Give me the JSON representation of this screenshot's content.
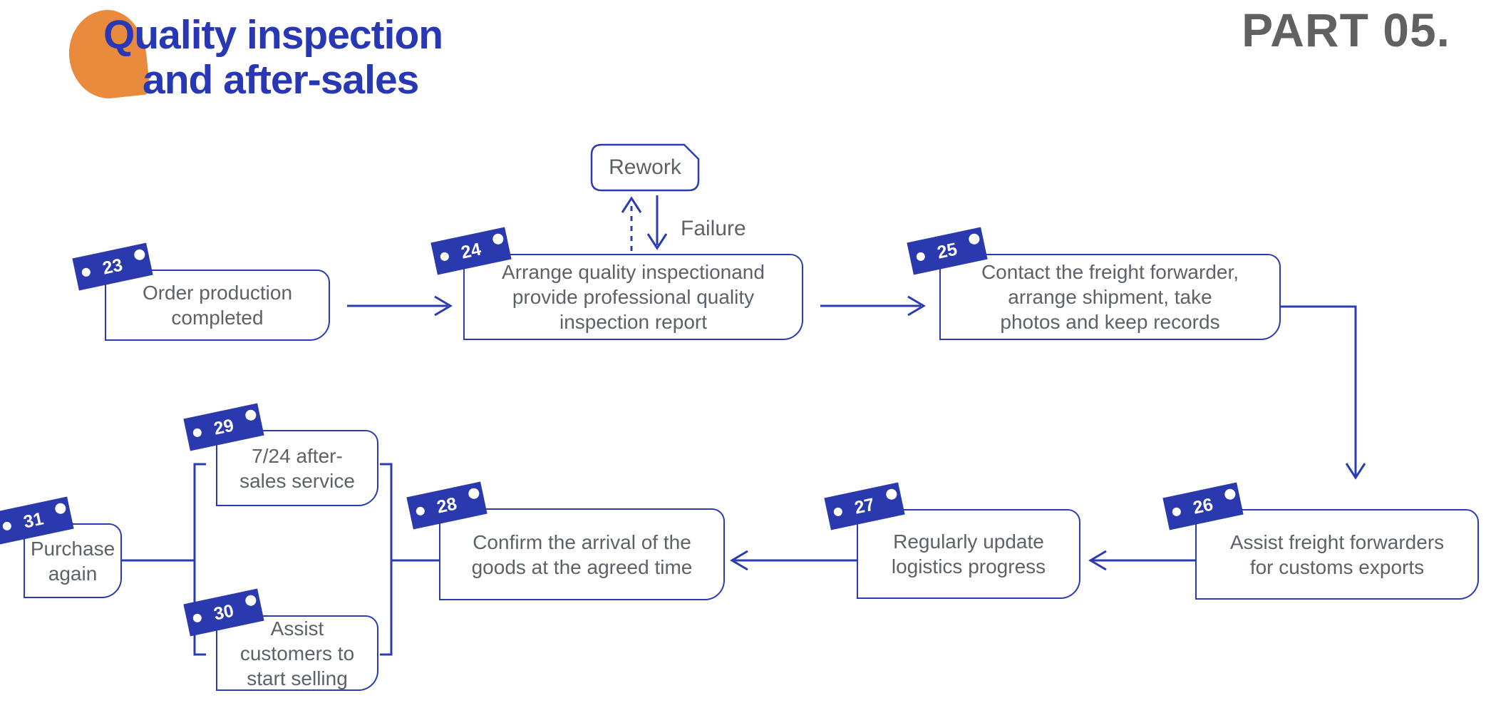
{
  "page": {
    "title_line1": "Quality inspection",
    "title_line2": "and after-sales",
    "part_label": "PART 05."
  },
  "flow": {
    "rework_label": "Rework",
    "failure_label": "Failure",
    "steps": [
      {
        "number": "23",
        "text": "Order production\ncompleted"
      },
      {
        "number": "24",
        "text": "Arrange quality inspectionand\nprovide professional quality\ninspection report"
      },
      {
        "number": "25",
        "text": "Contact the freight forwarder,\narrange shipment, take\nphotos and keep records"
      },
      {
        "number": "26",
        "text": "Assist freight forwarders\nfor customs exports"
      },
      {
        "number": "27",
        "text": "Regularly update\nlogistics progress"
      },
      {
        "number": "28",
        "text": "Confirm the arrival of the\ngoods at the agreed time"
      },
      {
        "number": "29",
        "text": "7/24 after-\nsales service"
      },
      {
        "number": "30",
        "text": "Assist\ncustomers to\nstart selling"
      },
      {
        "number": "31",
        "text": "Purchase\nagain"
      }
    ]
  },
  "colors": {
    "accent_blue": "#2B3CB2",
    "badge_blue": "#2A3AAE",
    "title_blue": "#2837B4",
    "body_gray": "#5D6269",
    "part_gray": "#616163",
    "orange": "#E98A3C"
  }
}
